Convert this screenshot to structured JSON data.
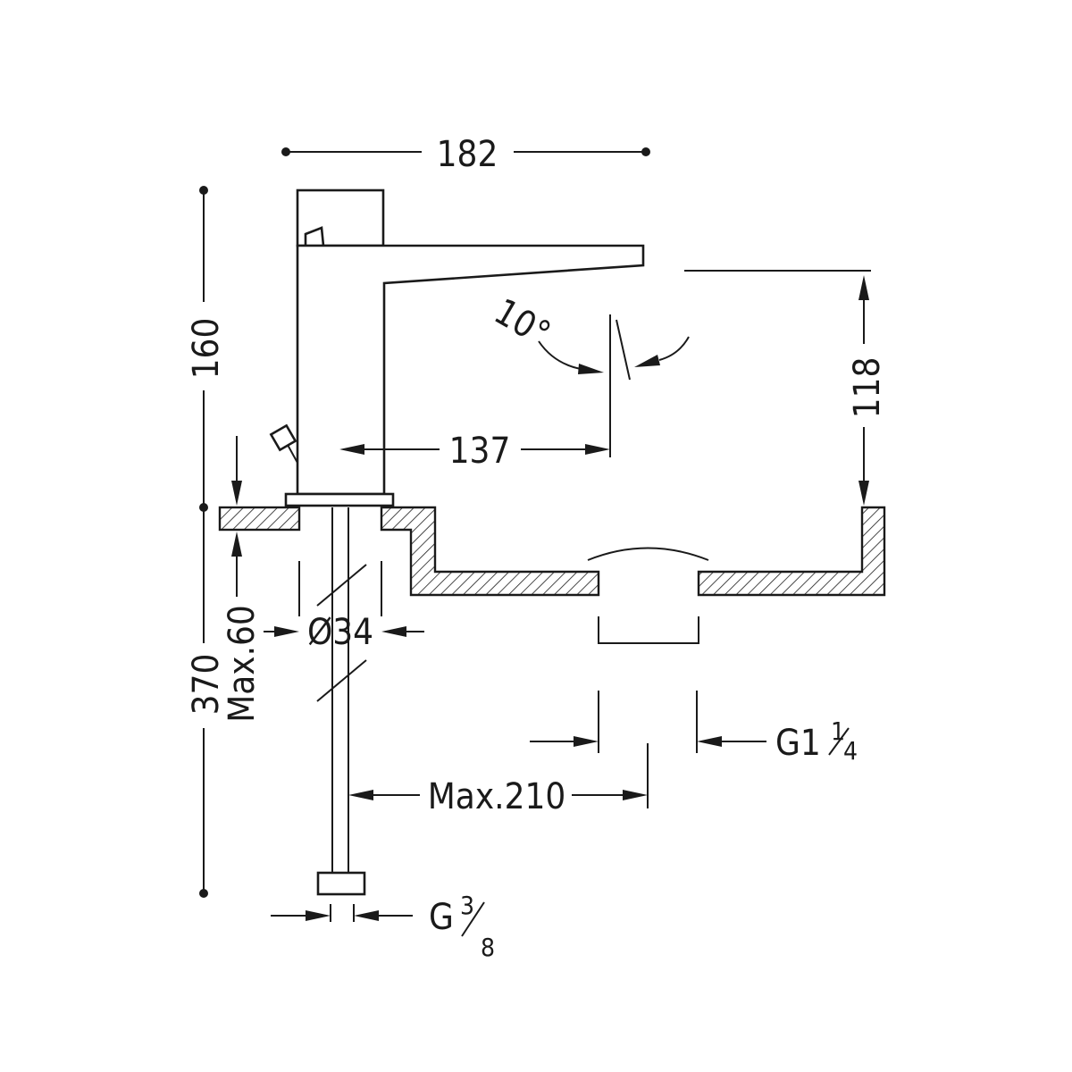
{
  "diagram": {
    "dimensions": {
      "overall_width": "182",
      "faucet_height": "160",
      "spout_clearance": "118",
      "spout_reach": "137",
      "spout_angle": "10°",
      "hose_length": "370",
      "max_counter_thickness": "Max.60",
      "hole_diameter": "Ø34",
      "max_hose_reach": "Max.210",
      "drain_thread_main": "G1",
      "drain_thread_frac_num": "1",
      "drain_thread_frac_den": "4",
      "inlet_thread_main": "G",
      "inlet_thread_frac_num": "3",
      "inlet_thread_frac_den": "8"
    }
  }
}
